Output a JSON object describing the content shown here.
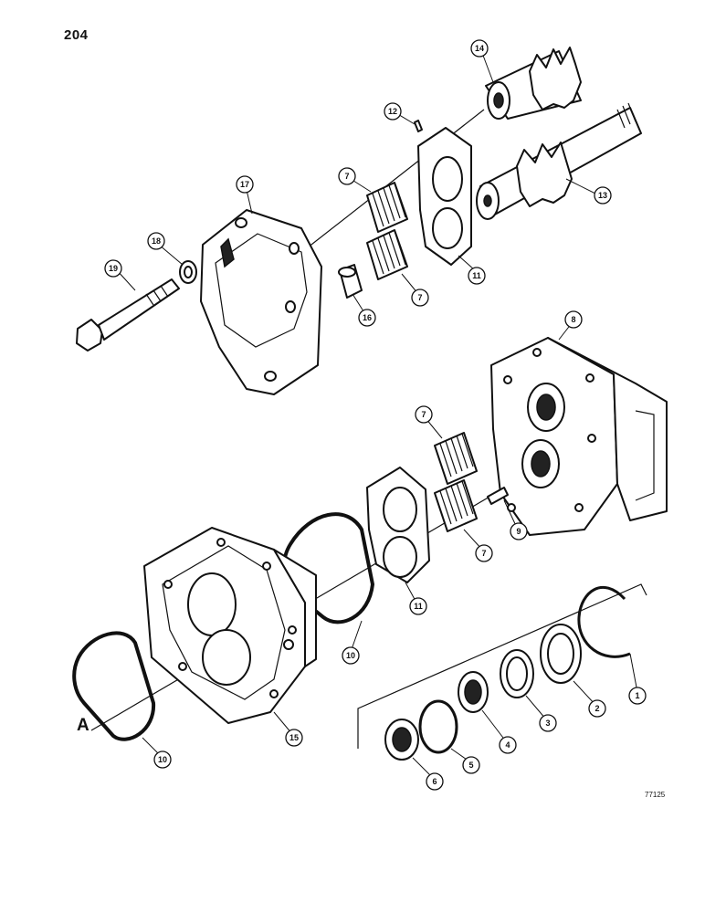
{
  "page_number": "204",
  "figure_code": "77125",
  "view_label": "A",
  "callouts": [
    {
      "id": "c14",
      "label": "14"
    },
    {
      "id": "c12",
      "label": "12"
    },
    {
      "id": "c17",
      "label": "17"
    },
    {
      "id": "c7a",
      "label": "7"
    },
    {
      "id": "c13",
      "label": "13"
    },
    {
      "id": "c18",
      "label": "18"
    },
    {
      "id": "c19",
      "label": "19"
    },
    {
      "id": "c11a",
      "label": "11"
    },
    {
      "id": "c7b",
      "label": "7"
    },
    {
      "id": "c16",
      "label": "16"
    },
    {
      "id": "c8",
      "label": "8"
    },
    {
      "id": "c7c",
      "label": "7"
    },
    {
      "id": "c9",
      "label": "9"
    },
    {
      "id": "c7d",
      "label": "7"
    },
    {
      "id": "c11b",
      "label": "11"
    },
    {
      "id": "c10a",
      "label": "10"
    },
    {
      "id": "c1",
      "label": "1"
    },
    {
      "id": "c2",
      "label": "2"
    },
    {
      "id": "c3",
      "label": "3"
    },
    {
      "id": "c4",
      "label": "4"
    },
    {
      "id": "c5",
      "label": "5"
    },
    {
      "id": "c6",
      "label": "6"
    },
    {
      "id": "c15",
      "label": "15"
    },
    {
      "id": "c10b",
      "label": "10"
    }
  ]
}
